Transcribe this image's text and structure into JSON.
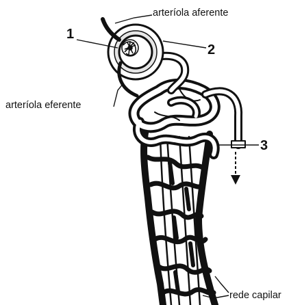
{
  "labels": {
    "arteriola_aferente": "arteríola aferente",
    "arteriola_eferente": "arteríola eferente",
    "rede_capilar": "rede capilar",
    "marker_1": "1",
    "marker_2": "2",
    "marker_3": "3"
  },
  "colors": {
    "ink": "#111111",
    "paper": "#ffffff",
    "glomerulus_fill": "#e6e6e6"
  }
}
